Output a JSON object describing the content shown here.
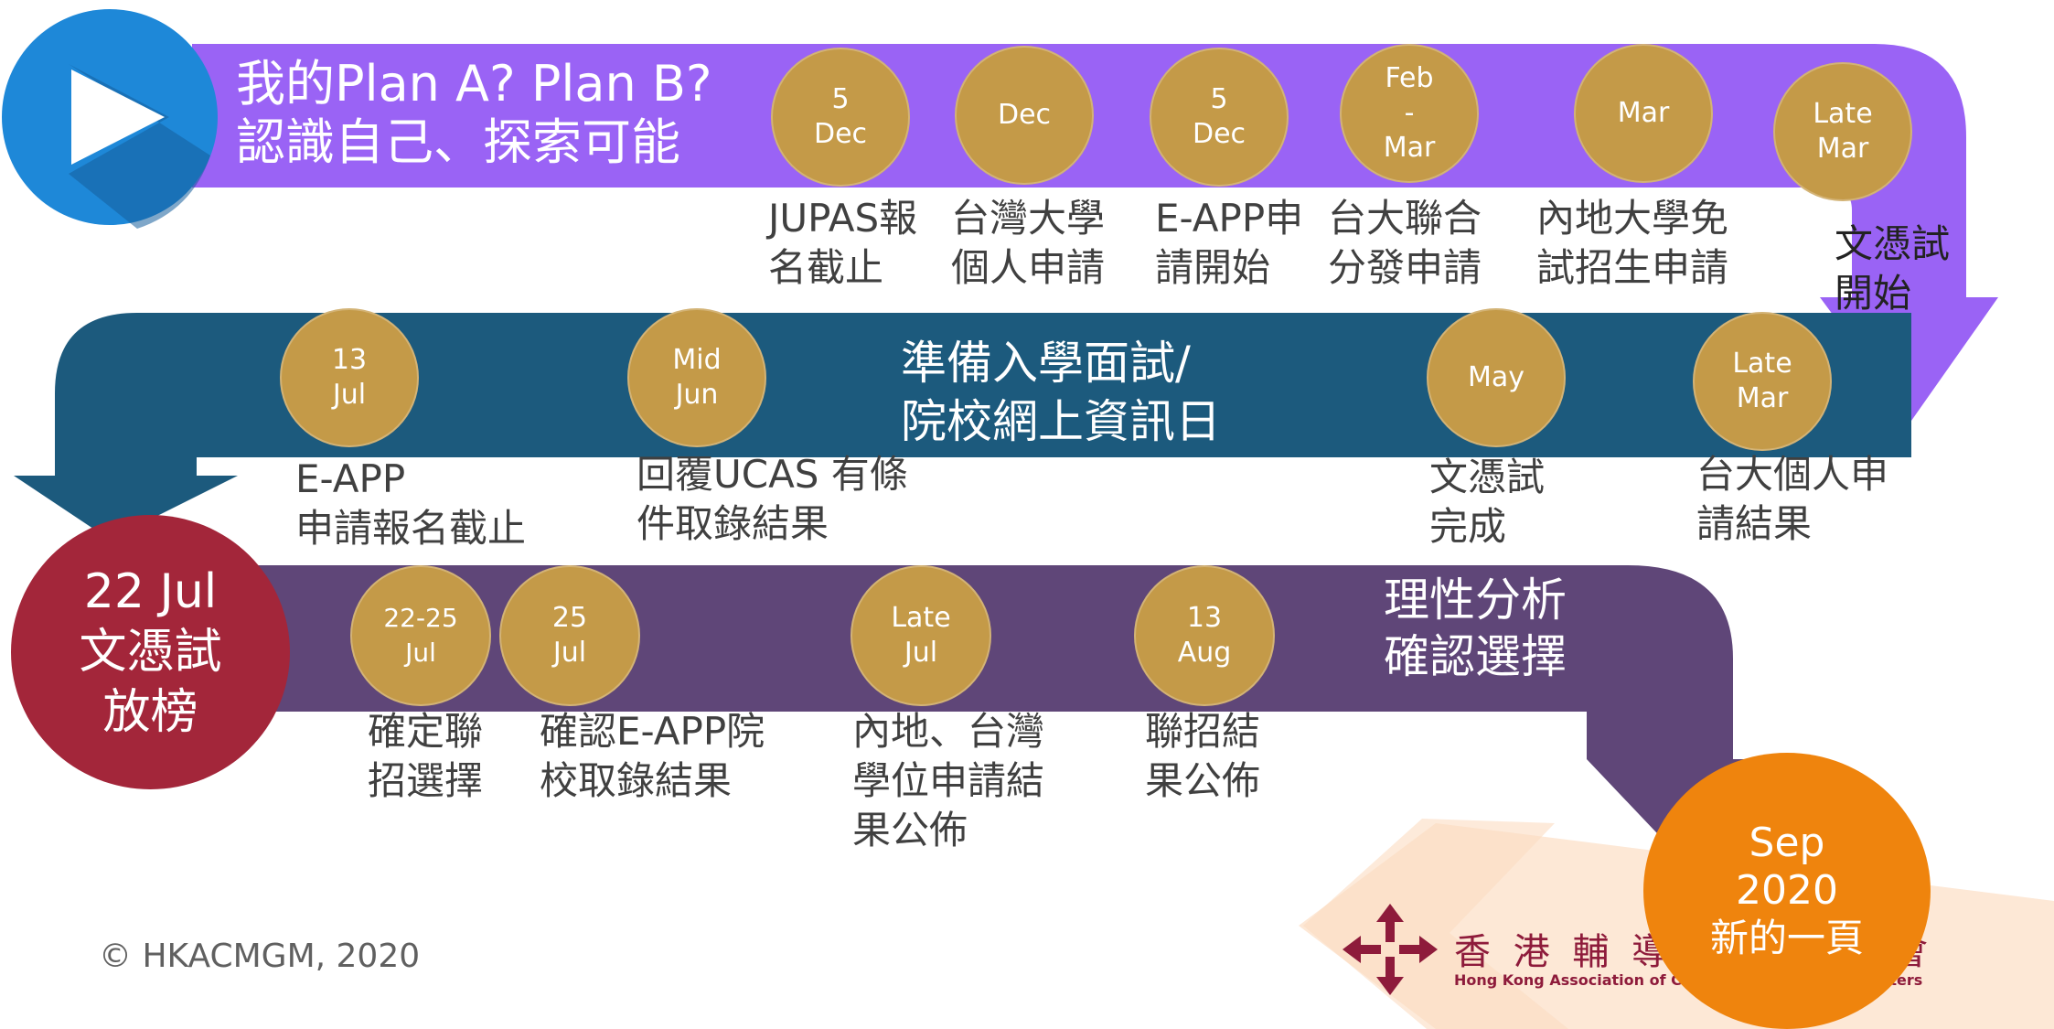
{
  "header": {
    "line1": "我的Plan A? Plan B?",
    "line2": "認識自己、探索可能"
  },
  "band2": {
    "line1": "準備入學面試/",
    "line2": "院校網上資訊日"
  },
  "band3": {
    "line1": "理性分析",
    "line2": "確認選擇"
  },
  "row1": [
    {
      "date": [
        "5",
        "Dec"
      ],
      "desc": [
        "JUPAS報",
        "名截止"
      ]
    },
    {
      "date": [
        "Dec"
      ],
      "desc": [
        "台灣大學",
        "個人申請"
      ]
    },
    {
      "date": [
        "5",
        "Dec"
      ],
      "desc": [
        "E-APP申",
        "請開始"
      ]
    },
    {
      "date": [
        "Feb",
        "-",
        "Mar"
      ],
      "desc": [
        "台大聯合",
        "分發申請"
      ]
    },
    {
      "date": [
        "Mar"
      ],
      "desc": [
        "內地大學免",
        "試招生申請"
      ]
    },
    {
      "date": [
        "Late",
        "Mar"
      ],
      "desc": [
        "文憑試",
        "開始"
      ]
    }
  ],
  "row2": [
    {
      "date": [
        "13",
        "Jul"
      ],
      "desc": [
        "E-APP",
        "申請報名截止"
      ]
    },
    {
      "date": [
        "Mid",
        "Jun"
      ],
      "desc": [
        "回覆UCAS 有條",
        "件取錄結果"
      ]
    },
    {
      "date": [
        "May"
      ],
      "desc": [
        "文憑試",
        "完成"
      ]
    },
    {
      "date": [
        "Late",
        "Mar"
      ],
      "desc": [
        "台大個人申",
        "請結果"
      ]
    }
  ],
  "row3": [
    {
      "date": [
        "22-25",
        "Jul"
      ],
      "desc": [
        "確定聯",
        "招選擇"
      ]
    },
    {
      "date": [
        "25",
        "Jul"
      ],
      "desc": [
        "確認E-APP院",
        "校取錄結果"
      ]
    },
    {
      "date": [
        "Late",
        "Jul"
      ],
      "desc": [
        "內地、台灣",
        "學位申請結",
        "果公佈"
      ]
    },
    {
      "date": [
        "13",
        "Aug"
      ],
      "desc": [
        "聯招結",
        "果公佈"
      ]
    }
  ],
  "results": {
    "line1": "22 Jul",
    "line2": "文憑試",
    "line3": "放榜"
  },
  "final": {
    "line1": "Sep",
    "line2": "2020",
    "line3": "新的一頁"
  },
  "copyright": "© HKACMGM, 2020",
  "logo": {
    "chinese": "香 港 輔 導",
    "chinese_end": "會",
    "english": "Hong Kong Association of Care",
    "english_end": "nisters"
  },
  "colors": {
    "band1": "#9a63f5",
    "band2": "#1c5a7d",
    "band3": "#5f4678",
    "bubble": "#c49a48",
    "results": "#a3263a",
    "final": "#ef840d",
    "play": "#1e88d8",
    "logo": "#8e1b3b"
  }
}
